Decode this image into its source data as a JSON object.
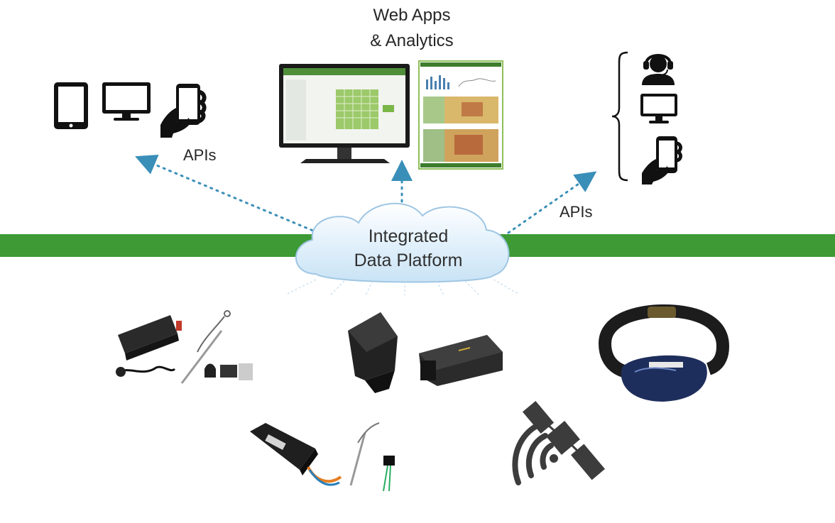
{
  "header": {
    "title_line1": "Web Apps",
    "title_line2": "& Analytics"
  },
  "apis": {
    "left_label": "APIs",
    "right_label": "APIs"
  },
  "cloud": {
    "line1": "Integrated",
    "line2": "Data Platform"
  },
  "colors": {
    "band": "#3d9a35",
    "arrow": "#3a8fb8",
    "icon": "#111111",
    "cloud_fill": "#cfe6f7",
    "screen_green": "#7ab648"
  },
  "icons": [
    "tablet-icon",
    "desktop-icon",
    "smartphone-hand-icon",
    "support-agent-icon",
    "satellite-icon"
  ]
}
